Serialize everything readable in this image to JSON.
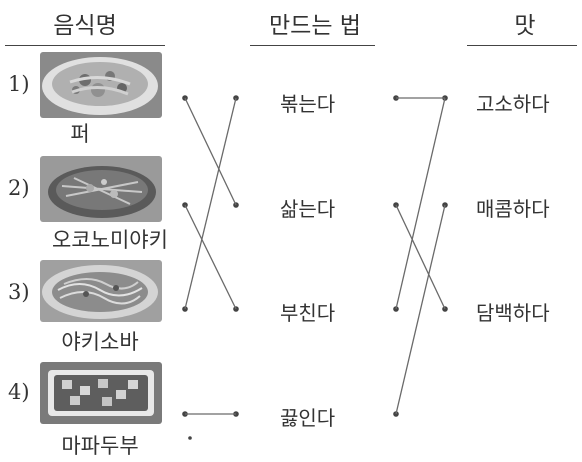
{
  "headers": {
    "food": "음식명",
    "method": "만드는 법",
    "taste": "맛"
  },
  "foods": [
    {
      "num": "1)",
      "name": "퍼",
      "image": "pho-bowl-photo"
    },
    {
      "num": "2)",
      "name": "오코노미야키",
      "image": "okonomiyaki-photo"
    },
    {
      "num": "3)",
      "name": "야키소바",
      "image": "yakisoba-photo"
    },
    {
      "num": "4)",
      "name": "마파두부",
      "image": "mapo-tofu-photo"
    }
  ],
  "methods": [
    "볶는다",
    "삶는다",
    "부친다",
    "끓인다"
  ],
  "tastes": [
    "고소하다",
    "매콤하다",
    "담백하다"
  ],
  "colors": {
    "line": "#6a6a6a",
    "text": "#333333"
  }
}
